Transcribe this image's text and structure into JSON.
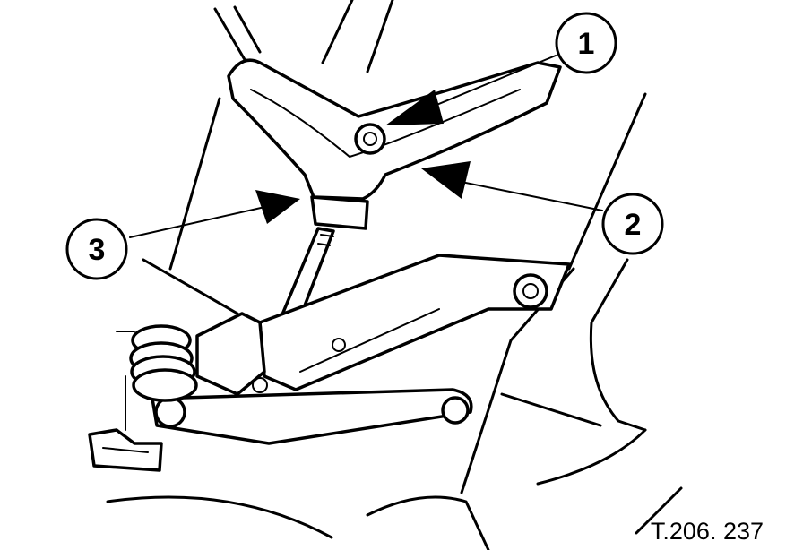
{
  "callouts": [
    {
      "id": "1",
      "label": "1"
    },
    {
      "id": "2",
      "label": "2"
    },
    {
      "id": "3",
      "label": "3"
    }
  ],
  "reference": "T.206. 237"
}
